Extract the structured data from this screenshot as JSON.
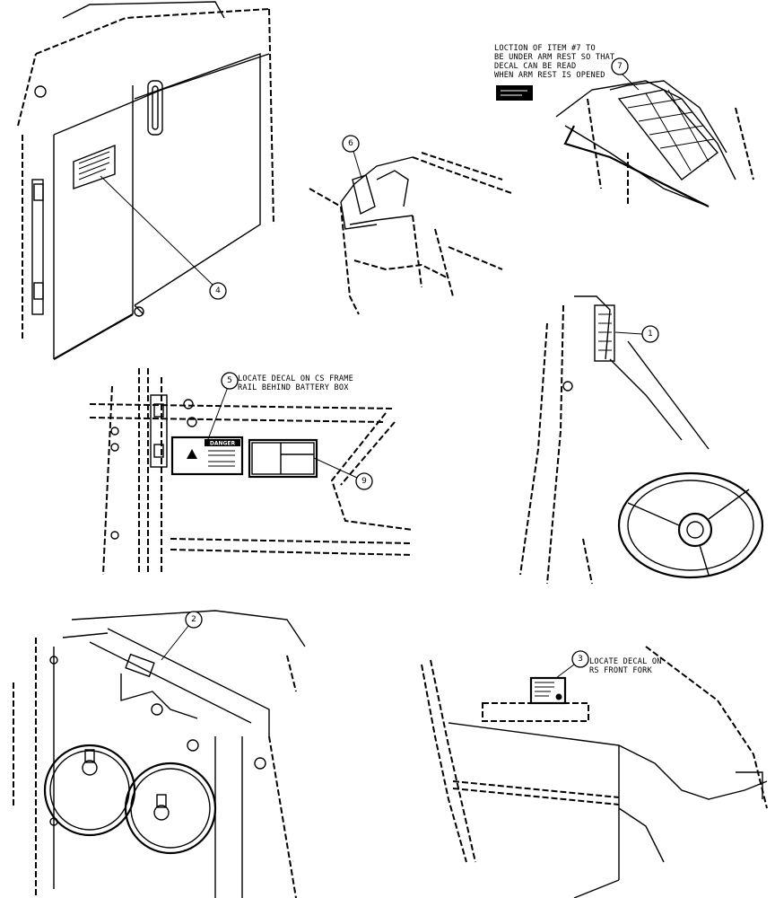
{
  "notes": {
    "item7": [
      "LOCTION OF ITEM #7 TO",
      "BE UNDER ARM REST SO THAT",
      "DECAL CAN BE READ",
      "WHEN ARM REST IS OPENED"
    ],
    "item5": [
      "LOCATE DECAL ON CS FRAME",
      "RAIL BEHIND BATTERY BOX"
    ],
    "item3": [
      "LOCATE DECAL ON",
      "RS FRONT FORK"
    ]
  },
  "callouts": {
    "c1": "1",
    "c2": "2",
    "c3": "3",
    "c4": "4",
    "c5": "5",
    "c6": "6",
    "c7": "7",
    "c9": "9"
  },
  "decal5": {
    "header": "DANGER"
  }
}
